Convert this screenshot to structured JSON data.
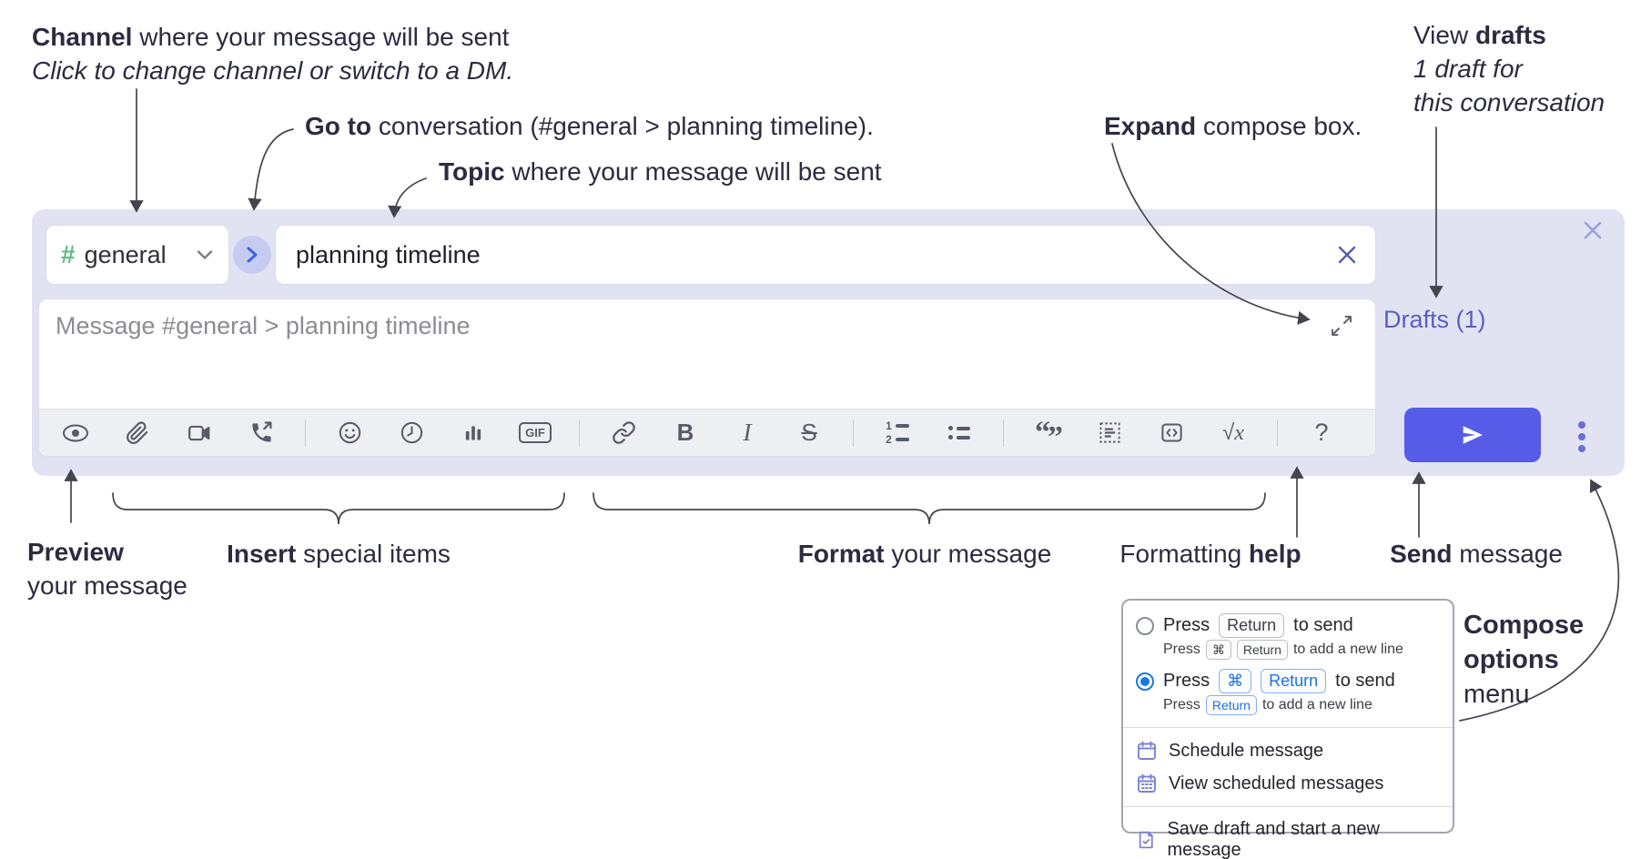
{
  "annotations": {
    "channel_line1_bold": "Channel",
    "channel_line1_rest": " where your message will be sent",
    "channel_line2": "Click to change channel or switch to a DM.",
    "goto_bold": "Go to",
    "goto_rest": " conversation (#general > planning timeline).",
    "topic_bold": "Topic",
    "topic_rest": " where your message will be sent",
    "expand_bold": "Expand",
    "expand_rest": " compose box.",
    "view_drafts_pre": "View ",
    "view_drafts_bold": "drafts",
    "view_drafts_line2": "1 draft for",
    "view_drafts_line3": "this conversation",
    "preview_bold": "Preview",
    "preview_line2": "your message",
    "insert_bold": "Insert",
    "insert_rest": " special items",
    "format_bold": "Format",
    "format_rest": " your message",
    "help_pre": "Formatting ",
    "help_bold": "help",
    "send_bold": "Send",
    "send_rest": " message",
    "compose_line1": "Compose",
    "compose_line2": "options",
    "compose_line3": "menu"
  },
  "composer": {
    "channel": {
      "hash": "#",
      "name": "general"
    },
    "topic_value": "planning timeline",
    "message_placeholder": "Message #general > planning timeline",
    "drafts_link": "Drafts (1)",
    "toolbar": {
      "gif": "GIF",
      "bold": "B",
      "italic": "I",
      "strike": "S",
      "ol_1": "1",
      "ol_2": "2",
      "quote_open": "“",
      "quote_close": "”",
      "sqrt": "√",
      "sqrt_x": "x",
      "help": "?"
    }
  },
  "popup": {
    "opt1": {
      "press": "Press",
      "key": "Return",
      "suffix": "to send"
    },
    "opt1_sub": {
      "press": "Press",
      "key1": "⌘",
      "key2": "Return",
      "suffix": "to add a new line"
    },
    "opt2": {
      "press": "Press",
      "key1": "⌘",
      "key2": "Return",
      "suffix": "to send"
    },
    "opt2_sub": {
      "press": "Press",
      "key": "Return",
      "suffix": "to add a new line"
    },
    "items": [
      "Schedule message",
      "View scheduled messages",
      "Save draft and start a new message"
    ]
  },
  "colors": {
    "container_bg": "#e1e3f3",
    "send_button": "#575ce8",
    "drafts_link": "#5a5fc0",
    "hash_green": "#5cbe7d",
    "goto_arrow_blue": "#3d64dd",
    "radio_selected": "#1877e6",
    "keycap_blue": "#1a73e8",
    "menu_icon_purple": "#7c81da",
    "toolbar_icon": "#575d68"
  }
}
